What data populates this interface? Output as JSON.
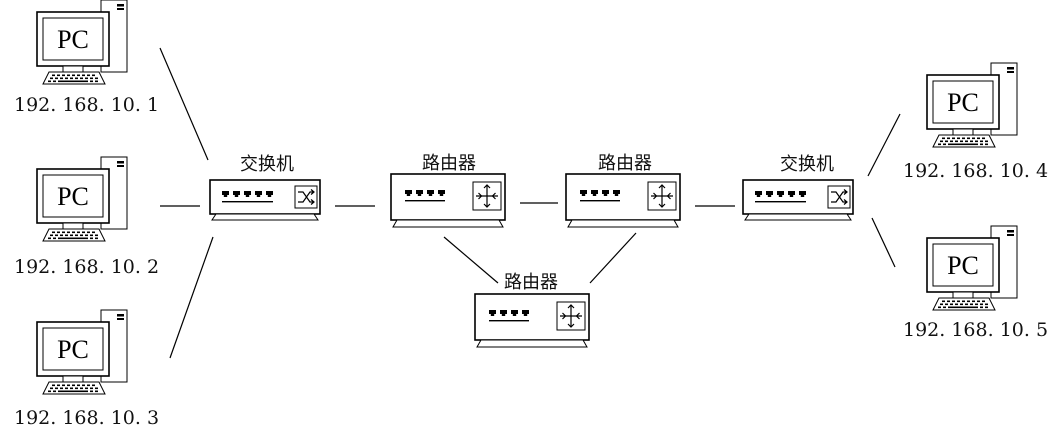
{
  "pcs": [
    {
      "screen": "PC",
      "ip": "192. 168. 10. 1"
    },
    {
      "screen": "PC",
      "ip": "192. 168. 10. 2"
    },
    {
      "screen": "PC",
      "ip": "192. 168. 10. 3"
    },
    {
      "screen": "PC",
      "ip": "192. 168. 10. 4"
    },
    {
      "screen": "PC",
      "ip": "192. 168. 10. 5"
    }
  ],
  "switches": [
    {
      "label": "交换机"
    },
    {
      "label": "交换机"
    }
  ],
  "routers": [
    {
      "label": "路由器"
    },
    {
      "label": "路由器"
    },
    {
      "label": "路由器"
    }
  ]
}
